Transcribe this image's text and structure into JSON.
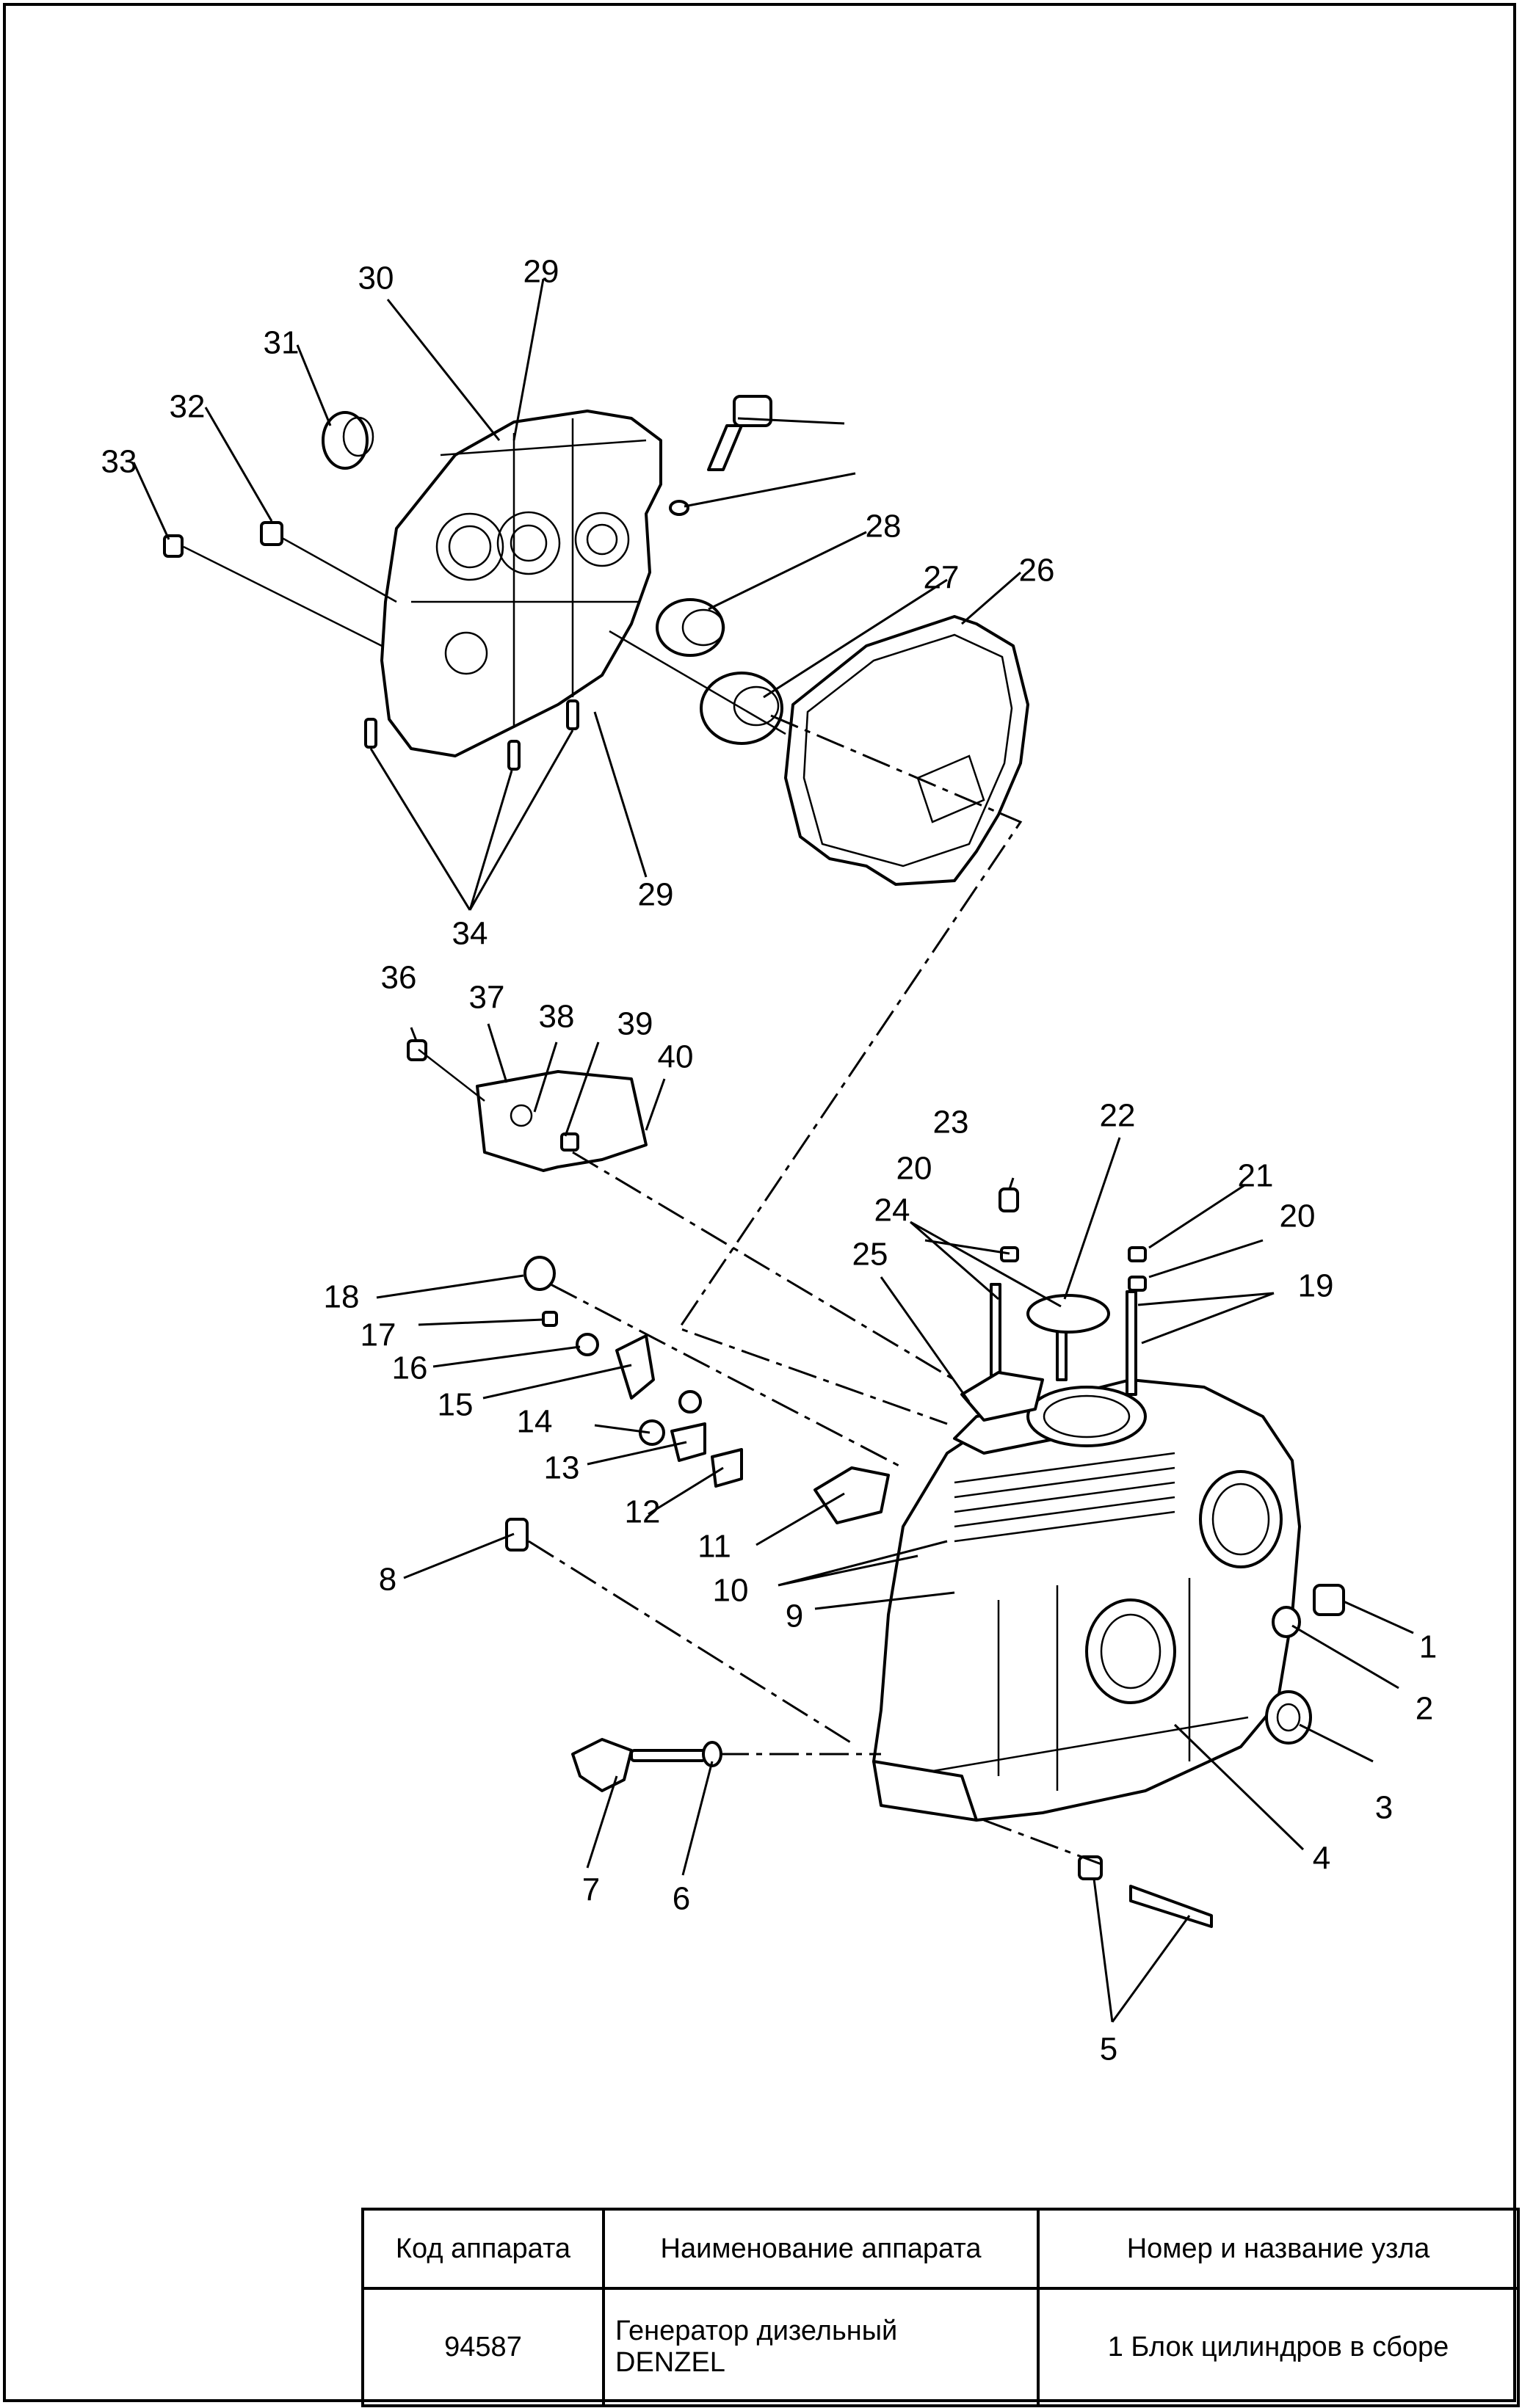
{
  "callouts": [
    "1",
    "2",
    "3",
    "4",
    "5",
    "6",
    "7",
    "8",
    "9",
    "10",
    "11",
    "12",
    "13",
    "14",
    "15",
    "16",
    "17",
    "18",
    "19",
    "20",
    "21",
    "22",
    "23",
    "24",
    "25",
    "26",
    "27",
    "28",
    "29",
    "30",
    "31",
    "32",
    "33",
    "34",
    "36",
    "37",
    "38",
    "39",
    "40"
  ],
  "title_block": {
    "headers": {
      "code": "Код аппарата",
      "name": "Наименование аппарата",
      "unit": "Номер и название узла"
    },
    "values": {
      "code": "94587",
      "name_line1": "Генератор дизельный",
      "name_line2": "DENZEL",
      "unit": "1 Блок цилиндров в сборе"
    }
  }
}
